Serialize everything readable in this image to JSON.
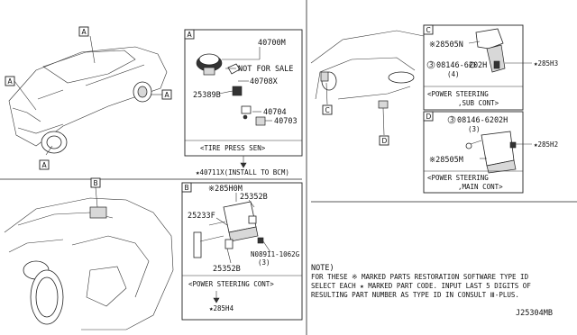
{
  "callouts": {
    "a": "A",
    "b": "B",
    "c": "C",
    "d": "D"
  },
  "panel_a": {
    "tag": "A",
    "labels": {
      "p40700m": "40700M",
      "not_for_sale": "NOT FOR SALE",
      "p40708x": "40708X",
      "p25389b": "25389B",
      "p40704": "40704",
      "p40703": "40703"
    },
    "caption": "<TIRE PRESS SEN>",
    "ref": "★40711X(INSTALL TO BCM)"
  },
  "panel_b": {
    "tag": "B",
    "labels": {
      "p285h0m": "※285H0M",
      "p25352b_top": "25352B",
      "p25233f": "25233F",
      "p08911": "N08911-1062G",
      "p08911_qty": "(3)",
      "p25352b_bottom": "25352B"
    },
    "caption": "<POWER STEERING CONT>",
    "ref": "★285H4"
  },
  "panel_c": {
    "tag": "C",
    "labels": {
      "p28505n": "※28505N",
      "p08146": "08146-6202H",
      "p08146_qty": "(4)"
    },
    "caption_line1": "<POWER STEERING",
    "caption_line2": ",SUB CONT>",
    "ref": "★285H3"
  },
  "panel_d": {
    "tag": "D",
    "labels": {
      "p08146": "08146-6202H",
      "p08146_qty": "(3)",
      "p28505m": "※28505M"
    },
    "caption_line1": "<POWER STEERING",
    "caption_line2": ",MAIN CONT>",
    "ref": "★285H2"
  },
  "note": {
    "title": "NOTE)",
    "line1": "FOR THESE ※ MARKED PARTS RESTORATION SOFTWARE TYPE ID",
    "line2": "SELECT EACH ★ MARKED PART CODE. INPUT LAST 5 DIGITS OF",
    "line3": "RESULTING PART NUMBER AS TYPE ID IN CONSULT Ⅲ-PLUS."
  },
  "diagram_code": "J25304MB",
  "circle_marks": {
    "c3": "3"
  }
}
